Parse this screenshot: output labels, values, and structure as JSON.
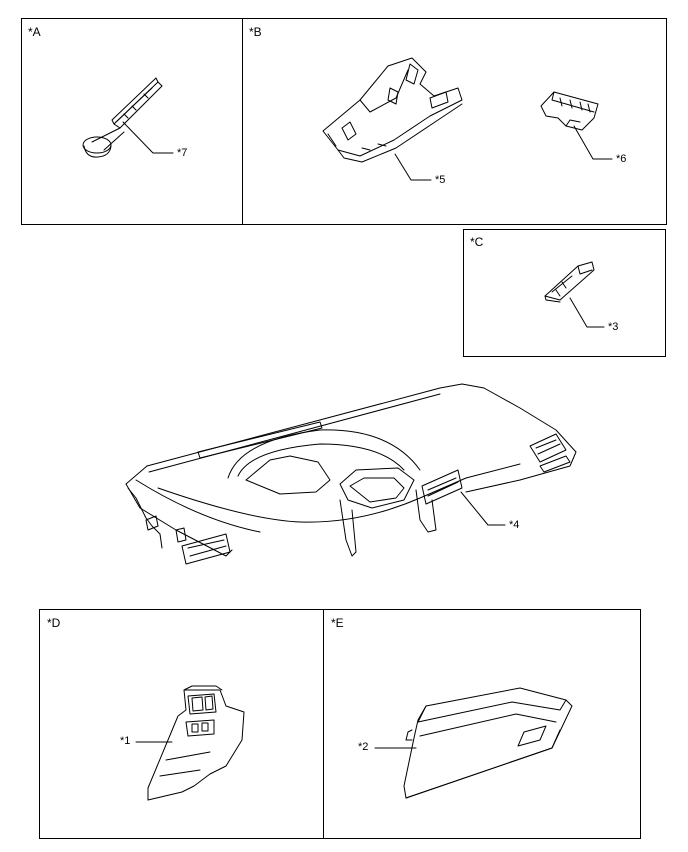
{
  "panels": {
    "a": {
      "label": "*A"
    },
    "b": {
      "label": "*B"
    },
    "c": {
      "label": "*C"
    },
    "d": {
      "label": "*D"
    },
    "e": {
      "label": "*E"
    }
  },
  "callouts": {
    "c1": "*1",
    "c2": "*2",
    "c3": "*3",
    "c4": "*4",
    "c5": "*5",
    "c6": "*6",
    "c7": "*7"
  }
}
